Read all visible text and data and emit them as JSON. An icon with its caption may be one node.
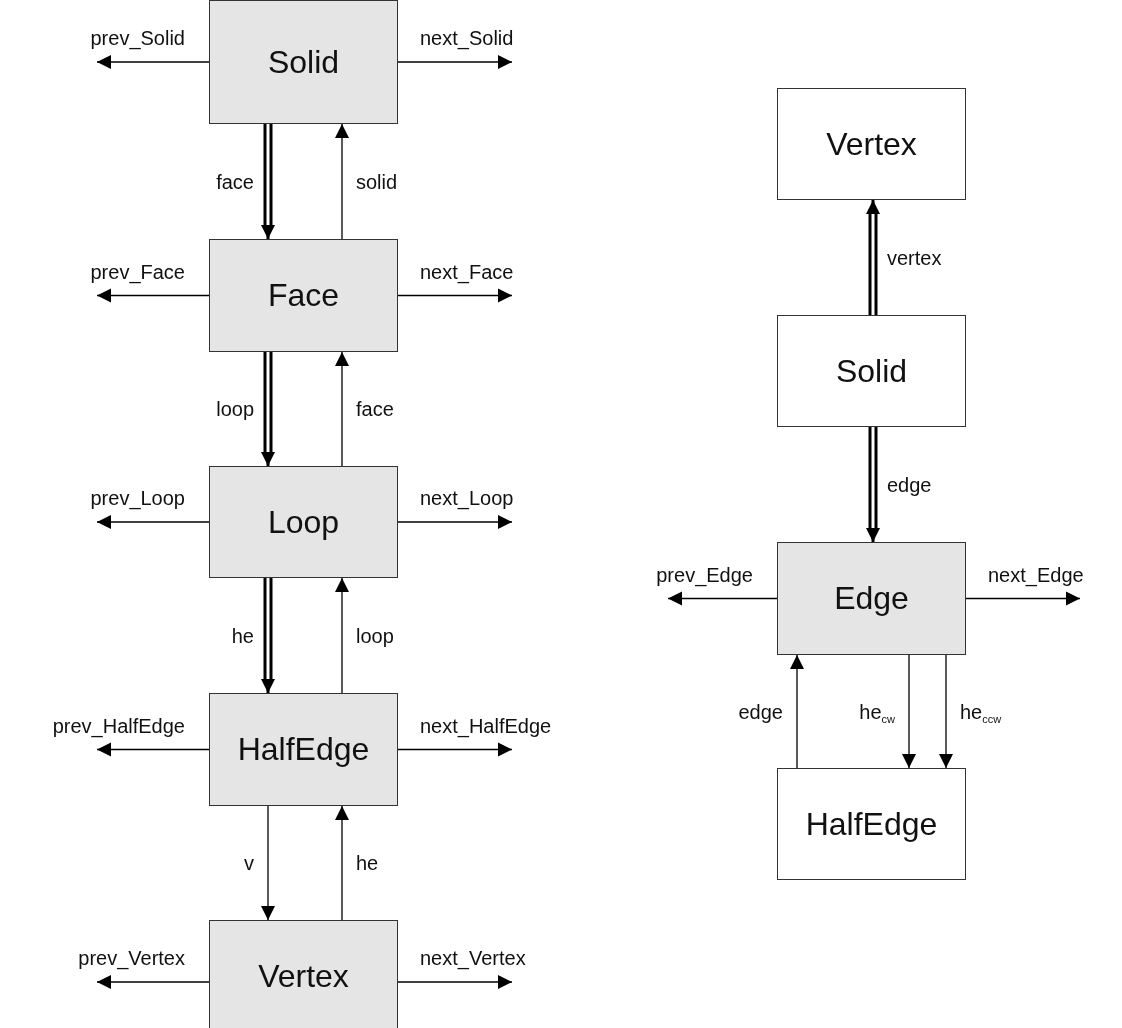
{
  "diagram": {
    "nodes": [
      {
        "text": [
          "Solid"
        ]
      },
      {
        "text": [
          "Face"
        ]
      },
      {
        "text": [
          "Loop"
        ]
      },
      {
        "text": [
          "HalfEdge"
        ]
      },
      {
        "text": [
          "Vertex"
        ]
      },
      {
        "text": [
          "Vertex"
        ]
      },
      {
        "text": [
          "Solid"
        ]
      },
      {
        "text": [
          "Edge"
        ]
      },
      {
        "text": [
          "HalfEdge"
        ]
      }
    ],
    "edges": [
      {
        "from": 0,
        "to": 1,
        "arrow": "to",
        "label": "face",
        "style": "thick"
      },
      {
        "from": 1,
        "to": 0,
        "arrow": "to",
        "label": "solid"
      },
      {
        "from": 1,
        "to": 2,
        "arrow": "to",
        "label": "loop",
        "style": "thick"
      },
      {
        "from": 2,
        "to": 1,
        "arrow": "to",
        "label": "face"
      },
      {
        "from": 2,
        "to": 3,
        "arrow": "to",
        "label": "he",
        "style": "thick"
      },
      {
        "from": 3,
        "to": 2,
        "arrow": "to",
        "label": "loop"
      },
      {
        "from": 3,
        "to": 4,
        "arrow": "to",
        "label": "v"
      },
      {
        "from": 4,
        "to": 3,
        "arrow": "to",
        "label": "he"
      },
      {
        "from": 6,
        "to": 5,
        "arrow": "to",
        "label": "vertex",
        "style": "thick"
      },
      {
        "from": 6,
        "to": 7,
        "arrow": "to",
        "label": "edge",
        "style": "thick"
      },
      {
        "from": 8,
        "to": 7,
        "arrow": "to",
        "label": "edge"
      },
      {
        "from": 7,
        "to": 8,
        "arrow": "to",
        "label": "he$_{cw}$"
      },
      {
        "from": 7,
        "to": 8,
        "arrow": "to",
        "label": "he$_{ccw}$"
      },
      {
        "from": 0,
        "to": null,
        "arrow": "to",
        "label": "prev_Solid"
      },
      {
        "from": 0,
        "to": null,
        "arrow": "to",
        "label": "next_Solid"
      },
      {
        "from": 1,
        "to": null,
        "arrow": "to",
        "label": "prev_Face"
      },
      {
        "from": 1,
        "to": null,
        "arrow": "to",
        "label": "next_Face"
      },
      {
        "from": 2,
        "to": null,
        "arrow": "to",
        "label": "prev_Loop"
      },
      {
        "from": 2,
        "to": null,
        "arrow": "to",
        "label": "next_Loop"
      },
      {
        "from": 3,
        "to": null,
        "arrow": "to",
        "label": "prev_HalfEdge"
      },
      {
        "from": 3,
        "to": null,
        "arrow": "to",
        "label": "next_HalfEdge"
      },
      {
        "from": 4,
        "to": null,
        "arrow": "to",
        "label": "prev_Vertex"
      },
      {
        "from": 4,
        "to": null,
        "arrow": "to",
        "label": "next_Vertex"
      },
      {
        "from": 7,
        "to": null,
        "arrow": "to",
        "label": "prev_Edge"
      },
      {
        "from": 7,
        "to": null,
        "arrow": "to",
        "label": "next_Edge"
      }
    ]
  }
}
